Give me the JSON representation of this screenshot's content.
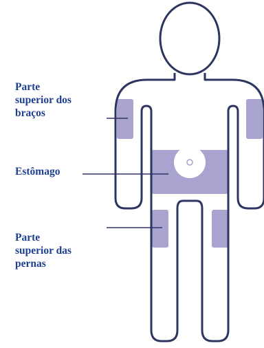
{
  "labels": {
    "arms": {
      "lines": [
        "Parte",
        "superior dos",
        "braços"
      ]
    },
    "stomach": {
      "lines": [
        "Estômago"
      ]
    },
    "legs": {
      "lines": [
        "Parte",
        "superior das",
        "pernas"
      ]
    }
  },
  "colors": {
    "outline": "#2d3560",
    "injection_zone": "#a8a3cf",
    "label_text": "#1e3f8f",
    "pointer_line": "#2d3560"
  }
}
